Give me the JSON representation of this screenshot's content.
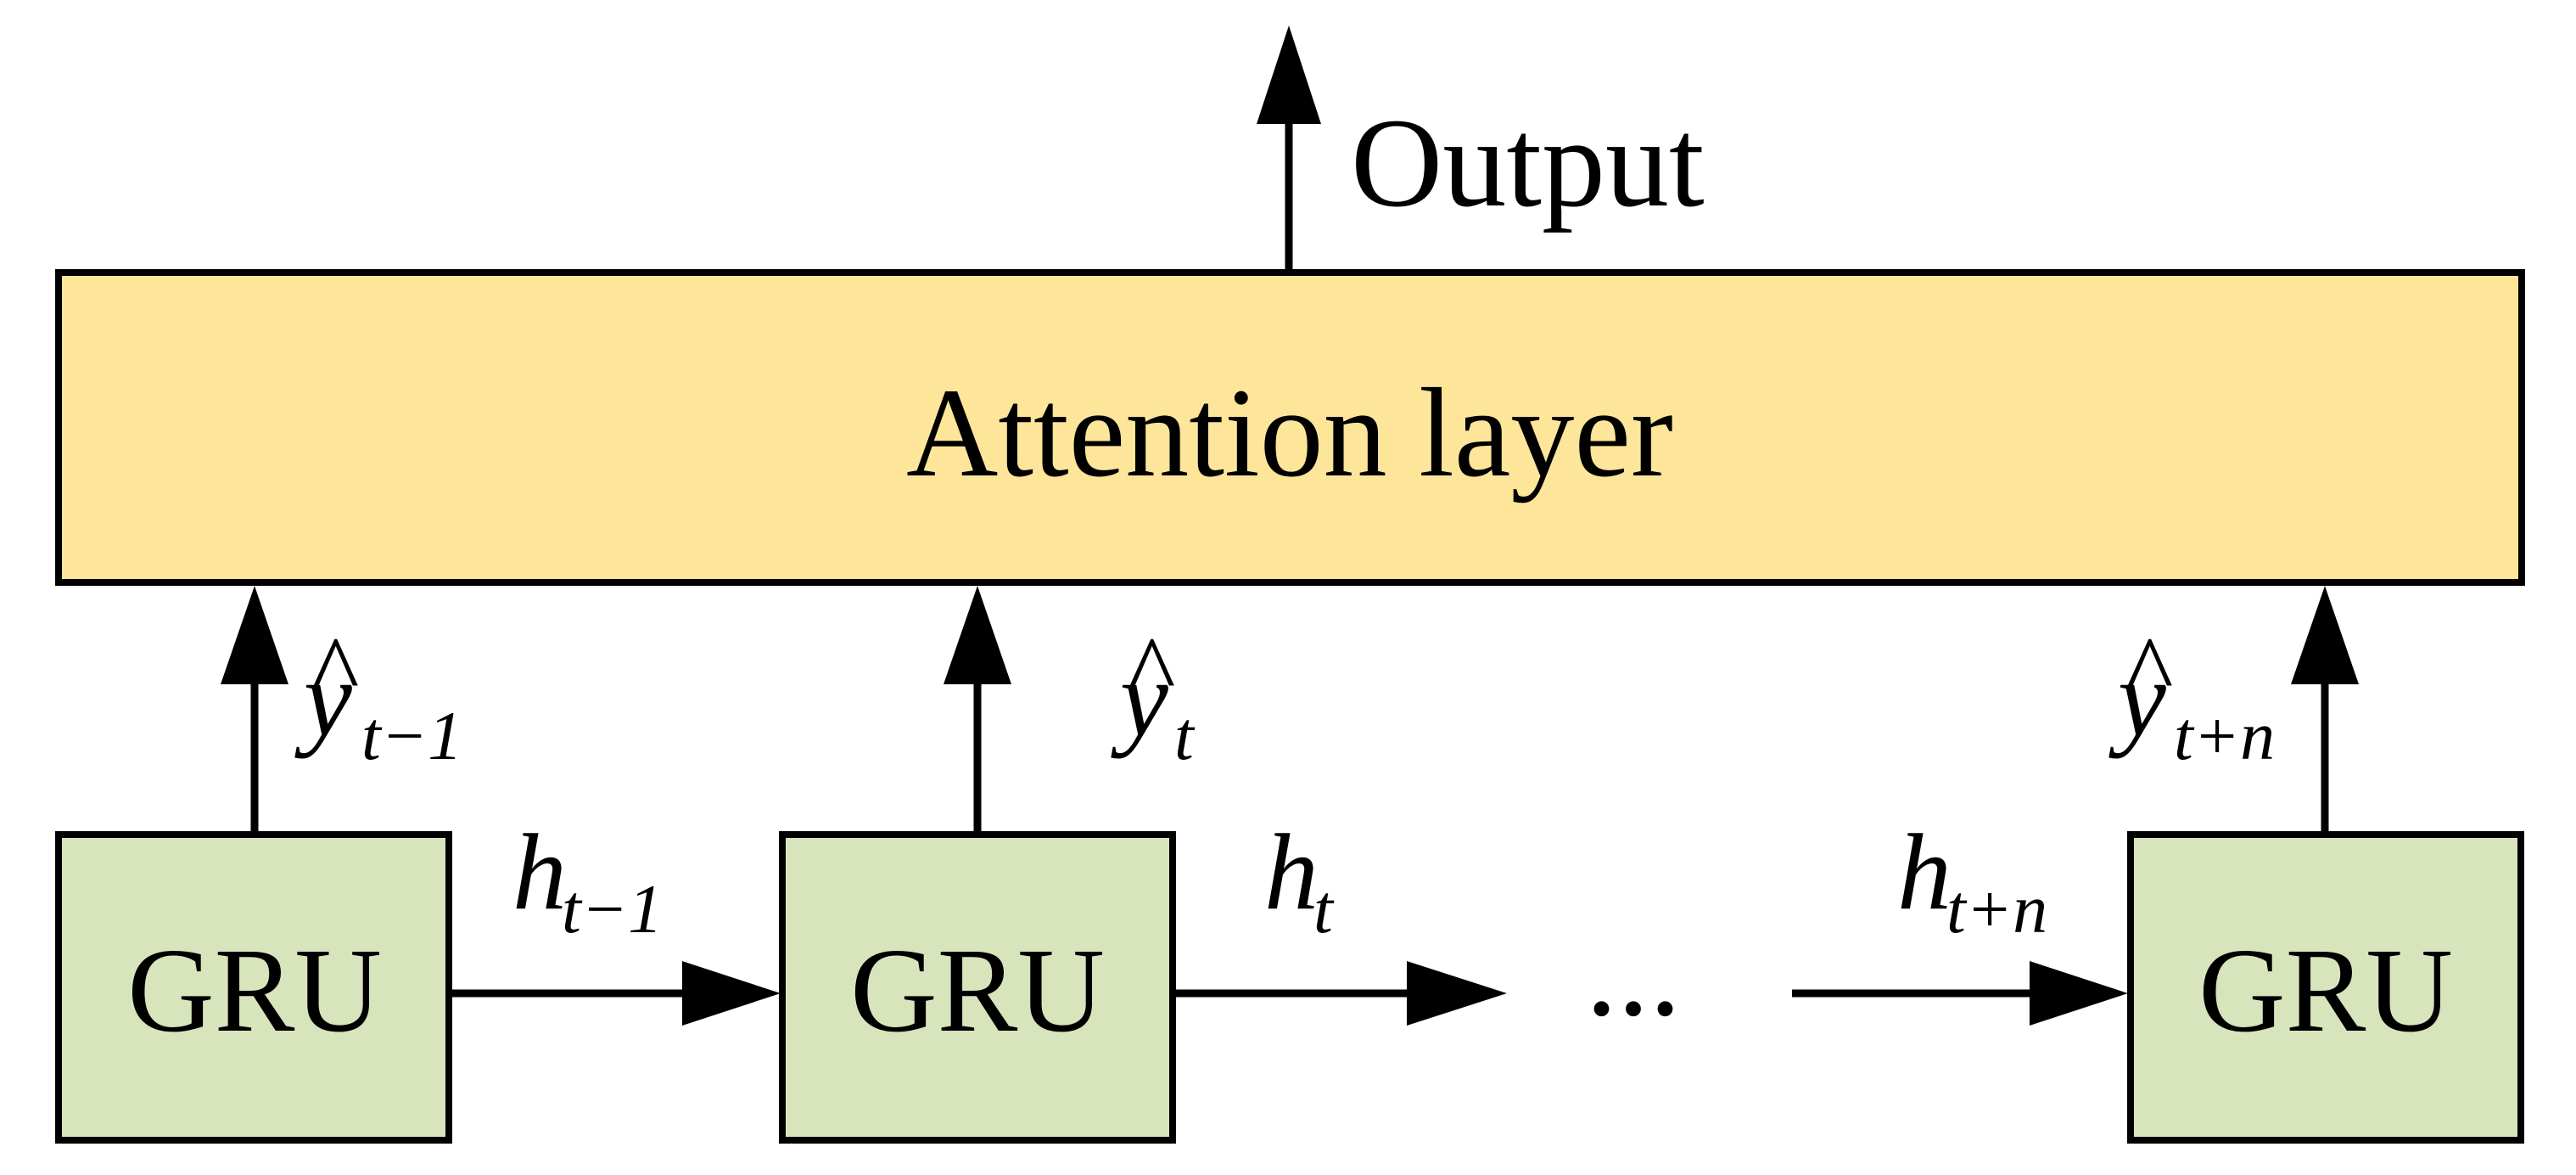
{
  "diagram": {
    "output_label": "Output",
    "attention_label": "Attention layer",
    "gru_label": "GRU",
    "ellipsis": "...",
    "y_symbol": "y",
    "hat_symbol": "^",
    "h_symbol": "h",
    "outputs": [
      {
        "subscript": "t−1"
      },
      {
        "subscript": "t"
      },
      {
        "subscript": "t+n"
      }
    ],
    "hidden": [
      {
        "subscript": "t−1"
      },
      {
        "subscript": "t"
      },
      {
        "subscript": "t+n"
      }
    ],
    "colors": {
      "attention_fill": "#FDE59A",
      "gru_fill": "#D8E4BC",
      "stroke": "#000000"
    }
  }
}
